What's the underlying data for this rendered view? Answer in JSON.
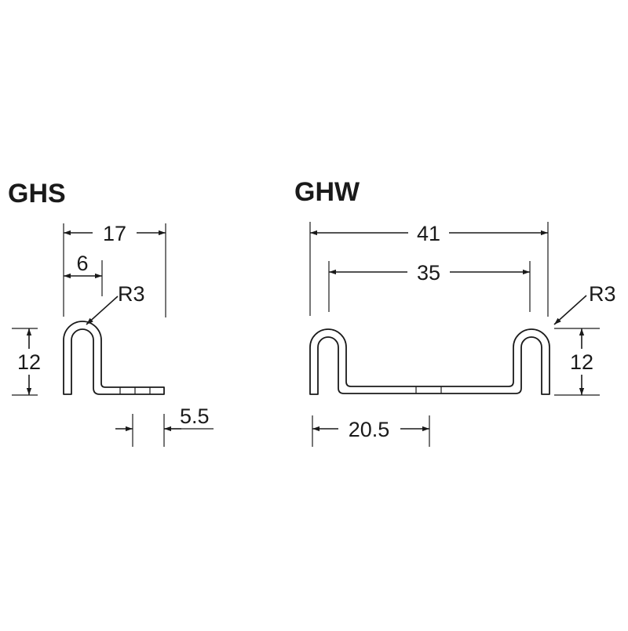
{
  "ghs": {
    "title": "GHS",
    "dim_width": "17",
    "dim_hook": "6",
    "dim_radius": "R3",
    "dim_height": "12",
    "dim_flange": "5.5"
  },
  "ghw": {
    "title": "GHW",
    "dim_outer": "41",
    "dim_inner": "35",
    "dim_radius": "R3",
    "dim_height": "12",
    "dim_half": "20.5"
  }
}
